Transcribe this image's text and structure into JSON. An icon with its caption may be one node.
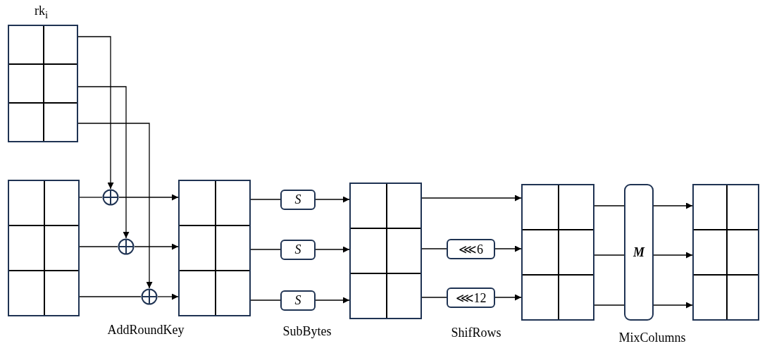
{
  "diagram": {
    "nodes": [
      {
        "text": [
          "rk$_{i}$"
        ]
      },
      {
        "text": [],
        "shape": "grid"
      },
      {
        "text": [],
        "shape": "circle"
      },
      {
        "text": [],
        "shape": "circle"
      },
      {
        "text": [],
        "shape": "circle"
      },
      {
        "text": [],
        "shape": "grid"
      },
      {
        "text": [
          "S"
        ]
      },
      {
        "text": [
          "S"
        ]
      },
      {
        "text": [
          "S"
        ]
      },
      {
        "text": [],
        "shape": "grid"
      },
      {
        "text": [
          "⋘6"
        ]
      },
      {
        "text": [
          "⋘12"
        ]
      },
      {
        "text": [],
        "shape": "grid"
      },
      {
        "text": [
          "M"
        ]
      },
      {
        "text": [],
        "shape": "grid"
      }
    ],
    "edges": [
      {
        "from": 0,
        "to": 2,
        "arrow": "to"
      },
      {
        "from": 0,
        "to": 3,
        "arrow": "to"
      },
      {
        "from": 0,
        "to": 4,
        "arrow": "to"
      },
      {
        "from": 1,
        "to": 2,
        "arrow": "none"
      },
      {
        "from": 2,
        "to": 5,
        "arrow": "to"
      },
      {
        "from": 1,
        "to": 3,
        "arrow": "none"
      },
      {
        "from": 3,
        "to": 5,
        "arrow": "to"
      },
      {
        "from": 1,
        "to": 4,
        "arrow": "none"
      },
      {
        "from": 4,
        "to": 5,
        "arrow": "to"
      },
      {
        "from": 5,
        "to": 6,
        "arrow": "none"
      },
      {
        "from": 6,
        "to": 9,
        "arrow": "to"
      },
      {
        "from": 5,
        "to": 7,
        "arrow": "none"
      },
      {
        "from": 7,
        "to": 9,
        "arrow": "to"
      },
      {
        "from": 5,
        "to": 8,
        "arrow": "none"
      },
      {
        "from": 8,
        "to": 9,
        "arrow": "to"
      },
      {
        "from": 9,
        "to": 12,
        "arrow": "to"
      },
      {
        "from": 9,
        "to": 10,
        "arrow": "none"
      },
      {
        "from": 10,
        "to": 12,
        "arrow": "to"
      },
      {
        "from": 9,
        "to": 11,
        "arrow": "none"
      },
      {
        "from": 11,
        "to": 12,
        "arrow": "to"
      },
      {
        "from": 12,
        "to": 13,
        "arrow": "none"
      },
      {
        "from": 13,
        "to": 14,
        "arrow": "to"
      },
      {
        "from": 12,
        "to": 13,
        "arrow": "none"
      },
      {
        "from": 13,
        "to": 14,
        "arrow": "to"
      },
      {
        "from": 12,
        "to": 13,
        "arrow": "none"
      },
      {
        "from": 13,
        "to": 14,
        "arrow": "to"
      }
    ],
    "labels": [
      "AddRoundKey",
      "SubBytes",
      "ShifRows",
      "MixColumns"
    ]
  }
}
